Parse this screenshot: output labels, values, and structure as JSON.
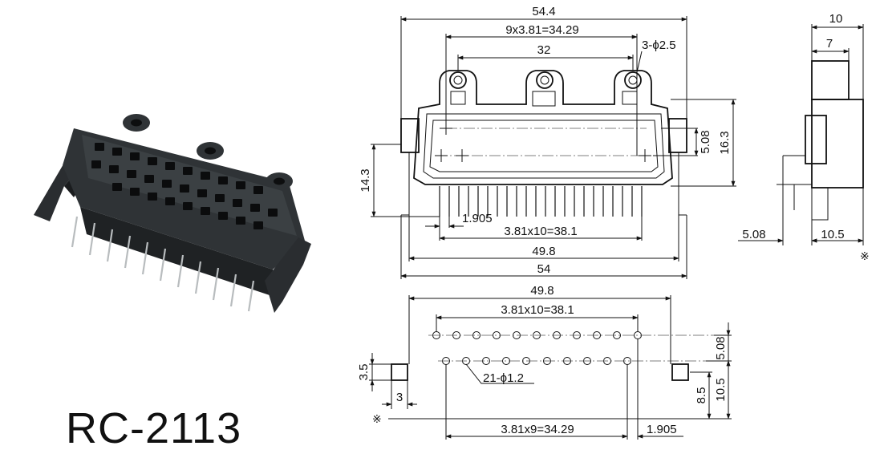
{
  "model": "RC-2113",
  "front_view": {
    "overall_width": "54.4",
    "hole_pitch_span": "9x3.81=34.29",
    "mount_hole_span": "32",
    "mount_holes": "3-ϕ2.5",
    "row_pitch": "5.08",
    "body_height": "16.3",
    "side_height": "14.3",
    "pin_offset": "1.905",
    "pin_span": "3.81x10=38.1",
    "body_width": "49.8",
    "base_width": "54"
  },
  "side_view": {
    "total_depth": "10",
    "flange_depth": "7",
    "pin_row_offset": "5.08",
    "base_depth": "10.5",
    "reference_mark": "※"
  },
  "pcb_layout": {
    "body_width": "49.8",
    "pin_span_top": "3.81x10=38.1",
    "row_pitch": "5.08",
    "pin_holes": "21-ϕ1.2",
    "mount_height": "3.5",
    "mount_width": "3",
    "peg_offset": "8.5",
    "edge_offset": "10.5",
    "reference_mark": "※",
    "pin_span_bottom": "3.81x9=34.29",
    "pin_offset": "1.905"
  }
}
